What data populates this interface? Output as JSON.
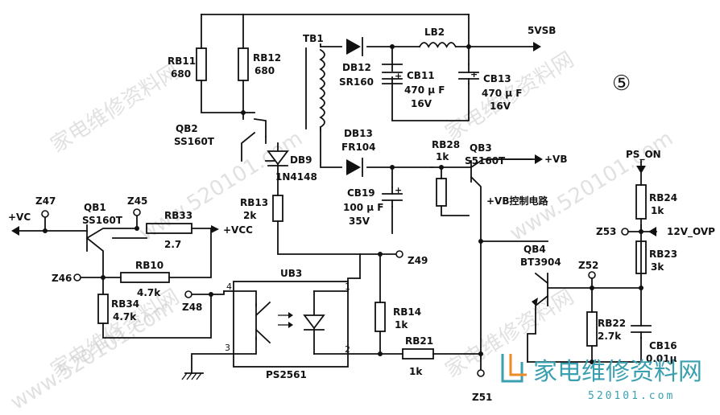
{
  "figure_number": "⑤",
  "watermarks": {
    "diagonal_cn": "家电维修资料网",
    "diagonal_url": "www.520101.com",
    "logo_cn": "家电维修资料网",
    "logo_url": "520101.com"
  },
  "labels": {
    "tb1": "TB1",
    "db12_ref": "DB12",
    "db12_part": "SR160",
    "lb2": "LB2",
    "out_5vsb": "5VSB",
    "cb11_ref": "CB11",
    "cb11_val1": "470 μ F",
    "cb11_val2": "16V",
    "cb13_ref": "CB13",
    "cb13_val1": "470 μ F",
    "cb13_val2": "16V",
    "rb11_ref": "RB11",
    "rb11_val": "680",
    "rb12_ref": "RB12",
    "rb12_val": "680",
    "qb2_ref": "QB2",
    "qb2_part": "SS160T",
    "db9_ref": "DB9",
    "db9_part": "1N4148",
    "db13_ref": "DB13",
    "db13_part": "FR104",
    "rb28_ref": "RB28",
    "rb28_val": "1k",
    "qb3_ref": "QB3",
    "qb3_part": "S5160T",
    "out_vb": "+VB",
    "vb_ctrl": "+VB控制电路",
    "cb19_ref": "CB19",
    "cb19_val1": "100 μ F",
    "cb19_val2": "35V",
    "rb13_ref": "RB13",
    "rb13_val": "2k",
    "z47": "Z47",
    "qb1_ref": "QB1",
    "qb1_part": "SS160T",
    "z45": "Z45",
    "vc": "+VC",
    "rb33_ref": "RB33",
    "rb33_val": "2.7",
    "vcc": "+VCC",
    "z46": "Z46",
    "rb10_ref": "RB10",
    "rb10_val": "4.7k",
    "rb34_ref": "RB34",
    "rb34_val": "4.7k",
    "z48": "Z48",
    "ub3": "UB3",
    "ps2561": "PS2561",
    "pin1": "1",
    "pin2": "2",
    "pin3": "3",
    "pin4": "4",
    "z49": "Z49",
    "rb14_ref": "RB14",
    "rb14_val": "1k",
    "rb21_ref": "RB21",
    "rb21_val": "1k",
    "z51": "Z51",
    "qb4_ref": "QB4",
    "qb4_part": "BT3904",
    "z52": "Z52",
    "rb22_ref": "RB22",
    "rb22_val": "2.7k",
    "cb16_ref": "CB16",
    "cb16_val": "0.01μ",
    "ps_on": "PS_ON",
    "rb24_ref": "RB24",
    "rb24_val": "1k",
    "z53": "Z53",
    "ovp": "12V_OVP",
    "rb23_ref": "RB23",
    "rb23_val": "3k",
    "plus": "+"
  }
}
